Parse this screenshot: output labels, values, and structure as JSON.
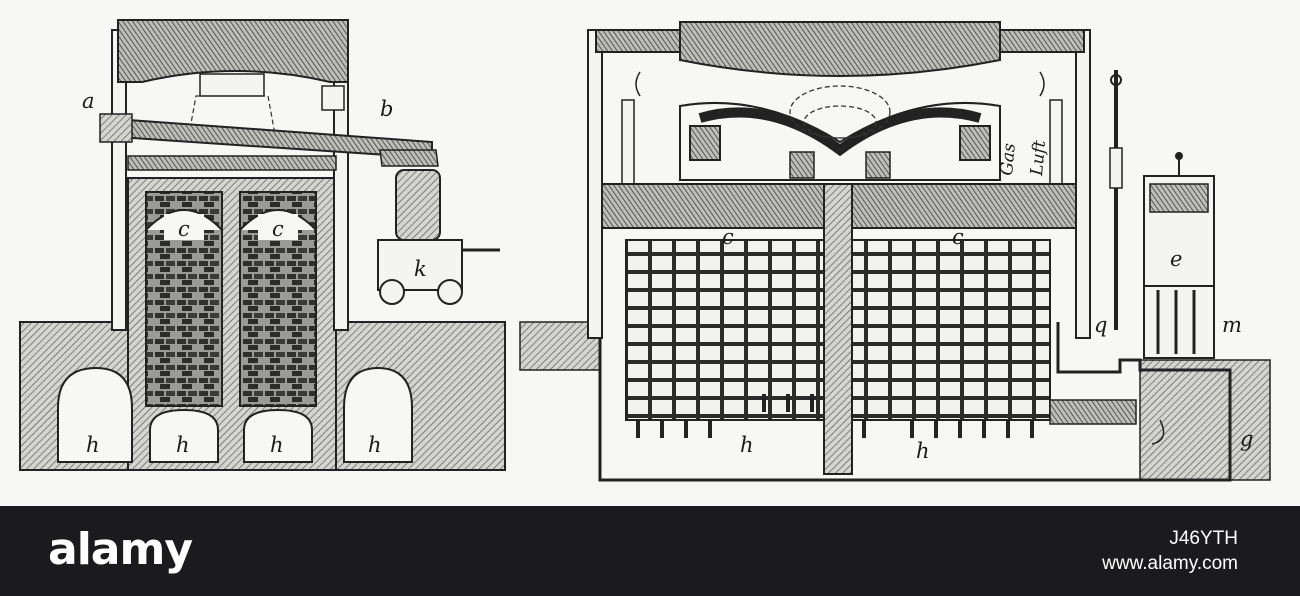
{
  "diagram": {
    "left_section_labels": {
      "a": "a",
      "b": "b",
      "c_left": "c",
      "c_right": "c",
      "k": "k",
      "h1": "h",
      "h2": "h",
      "h3": "h",
      "h4": "h"
    },
    "right_section_labels": {
      "c_left": "c",
      "c_right": "c",
      "gas": "Gas",
      "luft": "Luft",
      "e": "e",
      "g_letter": "q",
      "m": "m",
      "g": "g",
      "h_left": "h",
      "h_right": "h"
    }
  },
  "watermark": {
    "brand": "alamy",
    "image_id": "J46YTH",
    "site": "www.alamy.com"
  }
}
